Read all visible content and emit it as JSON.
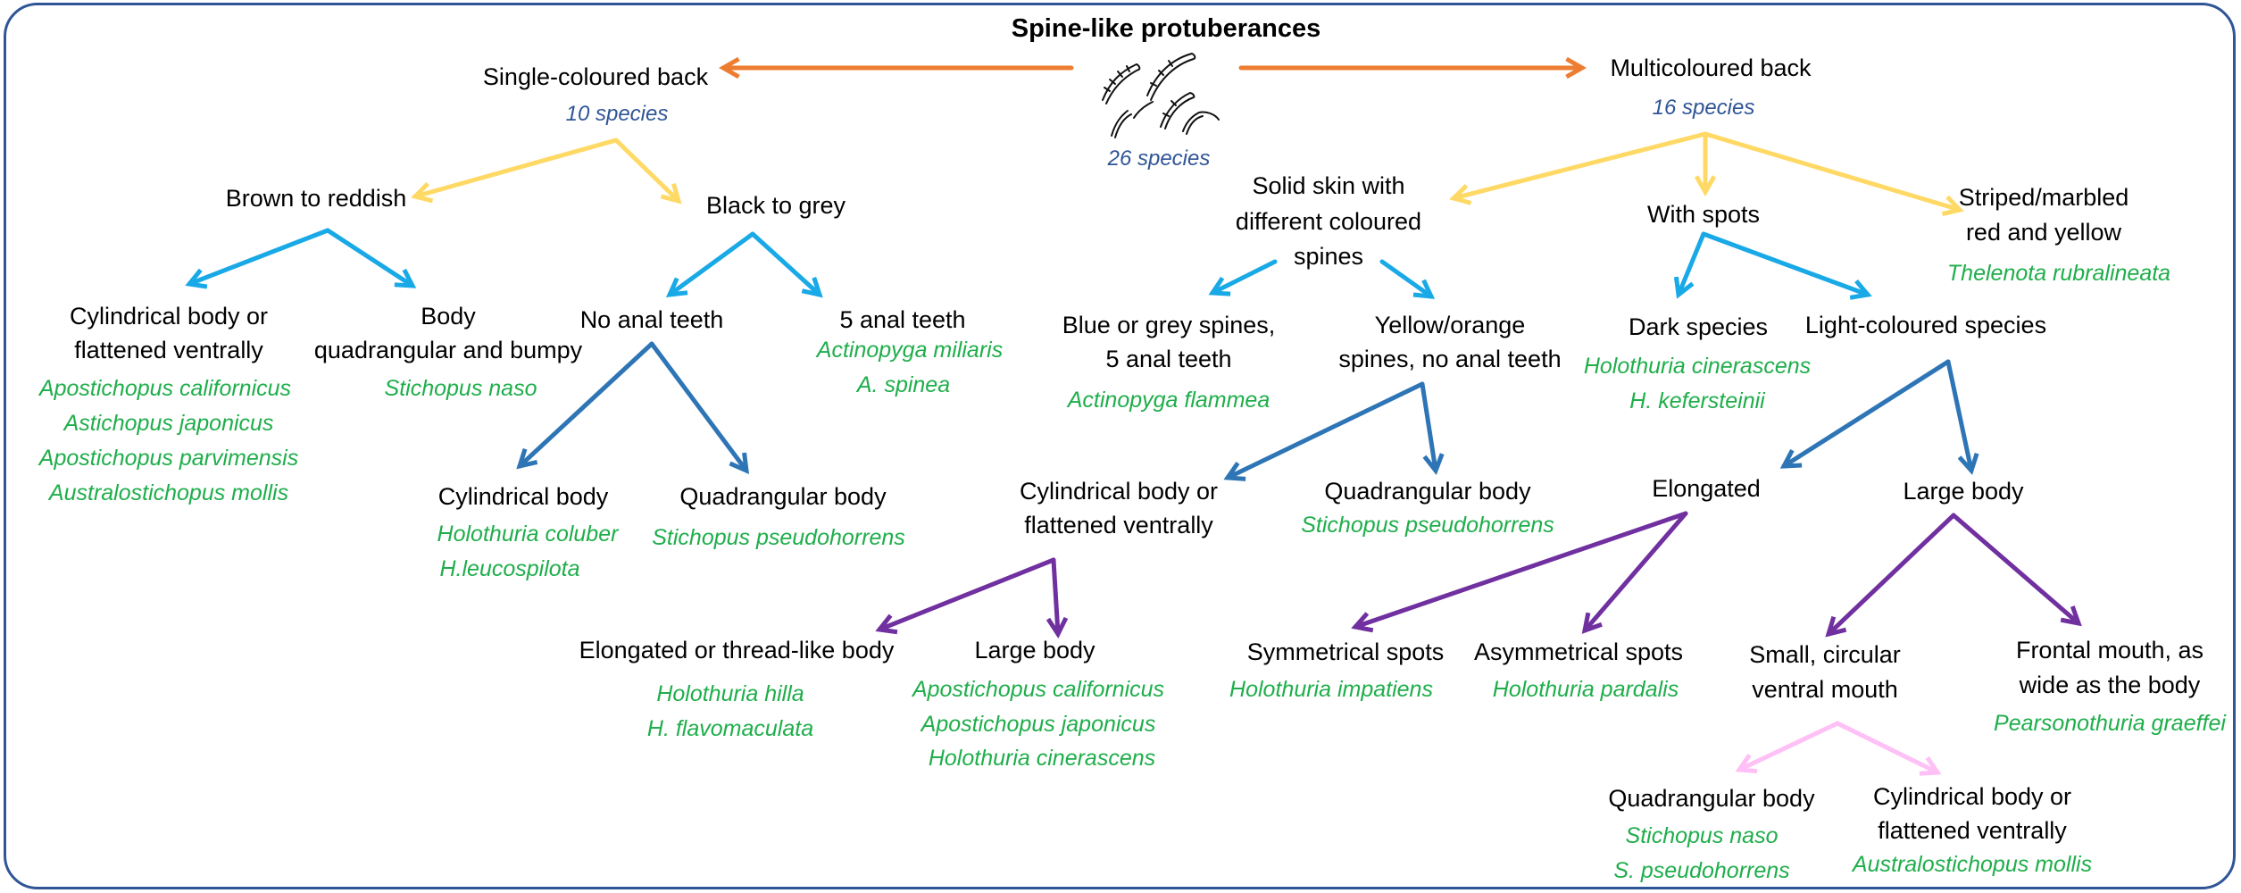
{
  "colors": {
    "frame": "#2f5597",
    "orange": "#ed7d31",
    "yellow": "#ffd966",
    "cyan": "#19a9e6",
    "blue": "#2e75b6",
    "purple": "#7030a0",
    "pink": "#ffc0f5",
    "species_text": "#1fae4b",
    "count_text": "#2f5597"
  },
  "icon": "sea-cucumber-sketch-icon",
  "title": "Spine-like protuberances",
  "root_count": "26 species",
  "single": {
    "label": "Single-coloured back",
    "count": "10 species",
    "brown": {
      "label": "Brown to reddish",
      "cyl": {
        "label1": "Cylindrical body or",
        "label2": "flattened ventrally",
        "species": [
          "Apostichopus californicus",
          "Astichopus japonicus",
          "Apostichopus parvimensis",
          "Australostichopus mollis"
        ]
      },
      "quad": {
        "label1": "Body",
        "label2": "quadrangular and bumpy",
        "species": [
          "Stichopus naso"
        ]
      }
    },
    "black": {
      "label": "Black to grey",
      "no_anal": {
        "label": "No anal teeth",
        "cyl": {
          "label": "Cylindrical body",
          "species": [
            "Holothuria coluber",
            "H.leucospilota"
          ]
        },
        "quad": {
          "label": "Quadrangular body",
          "species": [
            "Stichopus pseudohorrens"
          ]
        }
      },
      "five_anal": {
        "label": "5 anal teeth",
        "species": [
          "Actinopyga miliaris",
          "A. spinea"
        ]
      }
    }
  },
  "multi": {
    "label": "Multicoloured back",
    "count": "16 species",
    "solid": {
      "label1": "Solid skin with",
      "label2": "different coloured",
      "label3": "spines",
      "blue_spines": {
        "label1": "Blue or grey spines,",
        "label2": "5 anal teeth",
        "species": [
          "Actinopyga flammea"
        ]
      },
      "yellow_spines": {
        "label1": "Yellow/orange",
        "label2": "spines, no anal teeth",
        "cyl": {
          "label1": "Cylindrical body or",
          "label2": "flattened ventrally",
          "elongated": {
            "label": "Elongated or thread-like body",
            "species": [
              "Holothuria hilla",
              "H. flavomaculata"
            ]
          },
          "large": {
            "label": "Large body",
            "species": [
              "Apostichopus californicus",
              "Apostichopus japonicus",
              "Holothuria cinerascens"
            ]
          }
        },
        "quad": {
          "label": "Quadrangular body",
          "species": [
            "Stichopus pseudohorrens"
          ]
        }
      }
    },
    "spots": {
      "label": "With spots",
      "dark": {
        "label": "Dark species",
        "species": [
          "Holothuria cinerascens",
          "H. kefersteinii"
        ]
      },
      "light": {
        "label": "Light-coloured species",
        "elongated": {
          "label": "Elongated",
          "sym": {
            "label": "Symmetrical spots",
            "species": [
              "Holothuria impatiens"
            ]
          },
          "asym": {
            "label": "Asymmetrical spots",
            "species": [
              "Holothuria pardalis"
            ]
          }
        },
        "large": {
          "label": "Large body",
          "small_mouth": {
            "label1": "Small, circular",
            "label2": "ventral mouth",
            "quad": {
              "label": "Quadrangular body",
              "species": [
                "Stichopus naso",
                "S. pseudohorrens"
              ]
            },
            "cyl": {
              "label1": "Cylindrical body or",
              "label2": "flattened ventrally",
              "species": [
                "Australostichopus mollis"
              ]
            }
          },
          "frontal_mouth": {
            "label1": "Frontal mouth, as",
            "label2": "wide as the body",
            "species": [
              "Pearsonothuria graeffei"
            ]
          }
        }
      }
    },
    "striped": {
      "label1": "Striped/marbled",
      "label2": "red and yellow",
      "species": [
        "Thelenota rubralineata"
      ]
    }
  }
}
